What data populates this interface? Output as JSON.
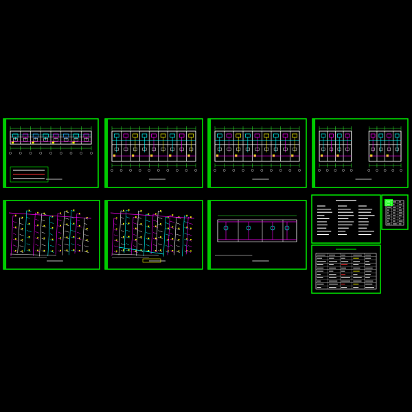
{
  "canvas": {
    "background": "#000000"
  },
  "palette": {
    "border": "#00ff00",
    "title_block": "#00cc00",
    "wall": "#ffffff",
    "pipe_magenta": "#ff00ff",
    "pipe_cyan": "#00ffff",
    "pipe_blue": "#3399ff",
    "accent_red": "#ff3030",
    "accent_yellow": "#ffff00",
    "dimension_green": "#33ff33"
  },
  "sheets": [
    {
      "id": "sheet-floor-plan-1",
      "kind": "floor-plan-legend"
    },
    {
      "id": "sheet-floor-plan-2",
      "kind": "floor-plan"
    },
    {
      "id": "sheet-floor-plan-3",
      "kind": "floor-plan"
    },
    {
      "id": "sheet-floor-plan-4",
      "kind": "floor-plan-partial"
    },
    {
      "id": "sheet-riser-1",
      "kind": "riser-diagram"
    },
    {
      "id": "sheet-riser-2",
      "kind": "riser-diagram"
    },
    {
      "id": "sheet-pipe-plan",
      "kind": "pipe-plan"
    },
    {
      "id": "sheet-notes",
      "kind": "design-notes"
    },
    {
      "id": "sheet-material-table",
      "kind": "material-table"
    },
    {
      "id": "sheet-equipment-table",
      "kind": "equipment-table"
    }
  ]
}
